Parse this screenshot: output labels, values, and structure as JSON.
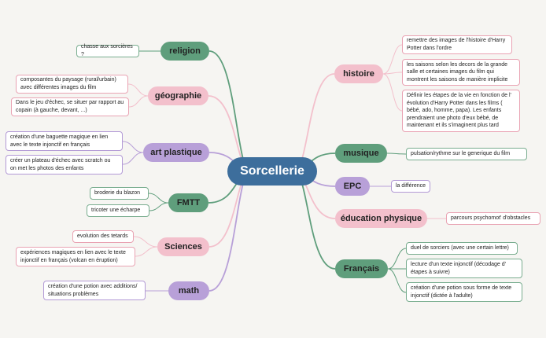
{
  "center": {
    "label": "Sorcellerie"
  },
  "colors": {
    "center": "#3d6e9c",
    "green": "#5f9e7c",
    "pink": "#f3c0cc",
    "purple": "#b8a0d8"
  },
  "branches": {
    "religion": {
      "label": "religion",
      "items": [
        "chasse aux sorcières ?"
      ]
    },
    "geographie": {
      "label": "géographie",
      "items": [
        "composantes du paysage (rural/urbain) avec différentes images du film",
        "Dans le jeu d'échec, se situer par rapport au copain (à gauche, devant, ...)"
      ]
    },
    "art_plastique": {
      "label": "art plastique",
      "items": [
        "création d'une baguette magique en lien avec le texte injonctif en français",
        "créer un plateau d'échec avec scratch ou on met les photos des enfants"
      ]
    },
    "fmtt": {
      "label": "FMTT",
      "items": [
        "broderie du blazon",
        "tricoter une écharpe"
      ]
    },
    "sciences": {
      "label": "Sciences",
      "items": [
        "evolution des tetards",
        "expériences magiques en lien avec le texte injonctif en français (volcan en éruption)"
      ]
    },
    "math": {
      "label": "math",
      "items": [
        "création d'une potion avec additions/ situations problèmes"
      ]
    },
    "histoire": {
      "label": "histoire",
      "items": [
        "remettre des images de l'histoire d'Harry Potter dans l'ordre",
        "les saisons selon les decors de la grande salle et certaines images du film qui montrent les saisons de manière implicite",
        "Définir les étapes de la vie en fonction de l' évolution d'Harry Potter dans les films ( bébé, ado, homme, papa). Les enfants prendraient une photo d'eux bébé, de maintenant et ils s'imaginent plus tard"
      ]
    },
    "musique": {
      "label": "musique",
      "items": [
        "pulsation/rythme sur le generique du film"
      ]
    },
    "epc": {
      "label": "EPC",
      "items": [
        "la différence"
      ]
    },
    "education_physique": {
      "label": "éducation physique",
      "items": [
        "parcours psychomot' d'obstacles"
      ]
    },
    "francais": {
      "label": "Français",
      "items": [
        "duel de sorciers (avec une certain lettre)",
        " lecture d'un texte injonctif (décodage d' étapes à suivre)",
        "création d'une potion sous forme de texte injonctif (dictée à l'adulte)"
      ]
    }
  }
}
